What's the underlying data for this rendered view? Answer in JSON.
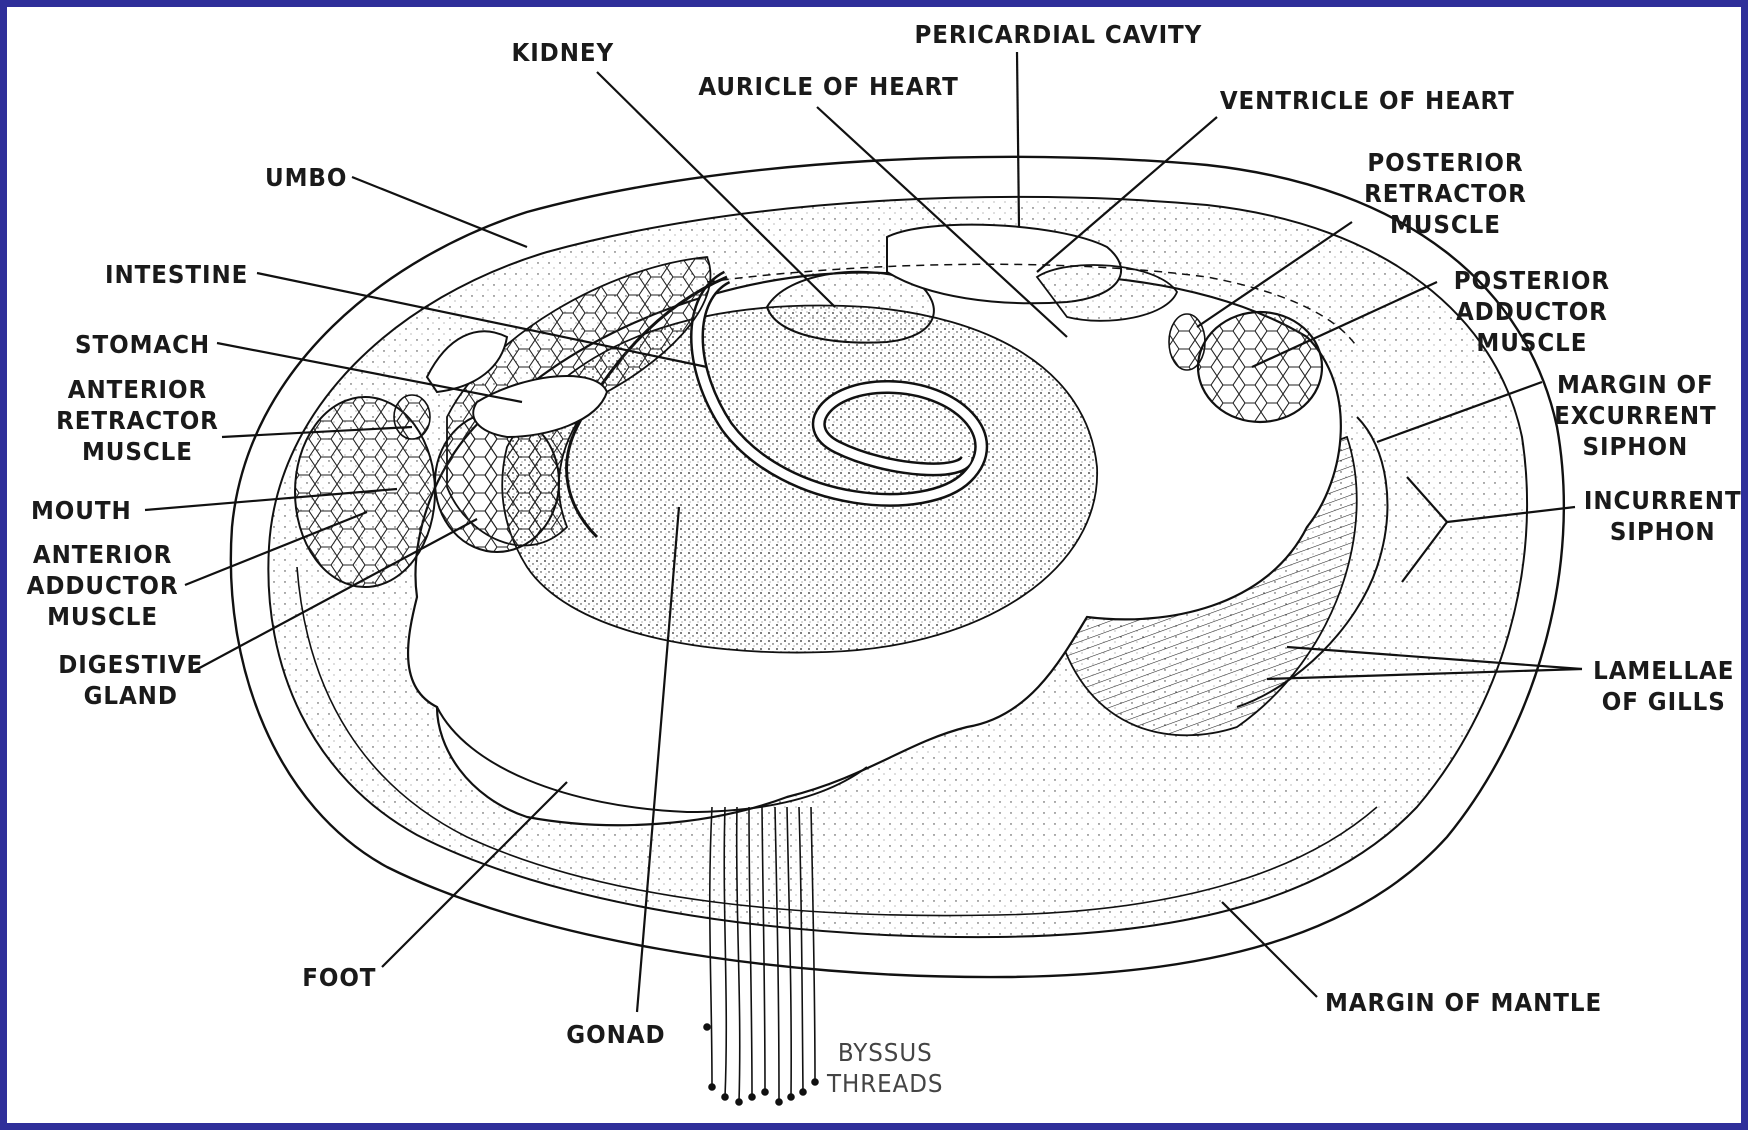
{
  "labels": {
    "pericardial_cavity": "PERICARDIAL CAVITY",
    "kidney": "KIDNEY",
    "auricle_of_heart": "AURICLE OF HEART",
    "ventricle_of_heart": "VENTRICLE OF HEART",
    "posterior_retractor_muscle": "POSTERIOR\nRETRACTOR\nMUSCLE",
    "posterior_adductor_muscle": "POSTERIOR\nADDUCTOR\nMUSCLE",
    "margin_of_excurrent_siphon": "MARGIN OF\nEXCURRENT\nSIPHON",
    "incurrent_siphon": "INCURRENT\nSIPHON",
    "lamellae_of_gills": "LAMELLAE\nOF GILLS",
    "margin_of_mantle": "MARGIN OF MANTLE",
    "byssus_threads": "BYSSUS\nTHREADS",
    "gonad": "GONAD",
    "foot": "FOOT",
    "digestive_gland": "DIGESTIVE\nGLAND",
    "anterior_adductor_muscle": "ANTERIOR\nADDUCTOR\nMUSCLE",
    "mouth": "MOUTH",
    "anterior_retractor_muscle": "ANTERIOR\nRETRACTOR\nMUSCLE",
    "stomach": "STOMACH",
    "intestine": "INTESTINE",
    "umbo": "UMBO"
  },
  "colors": {
    "border": "#2f2f9a",
    "ink": "#1a1a1a",
    "paper": "#ffffff"
  }
}
